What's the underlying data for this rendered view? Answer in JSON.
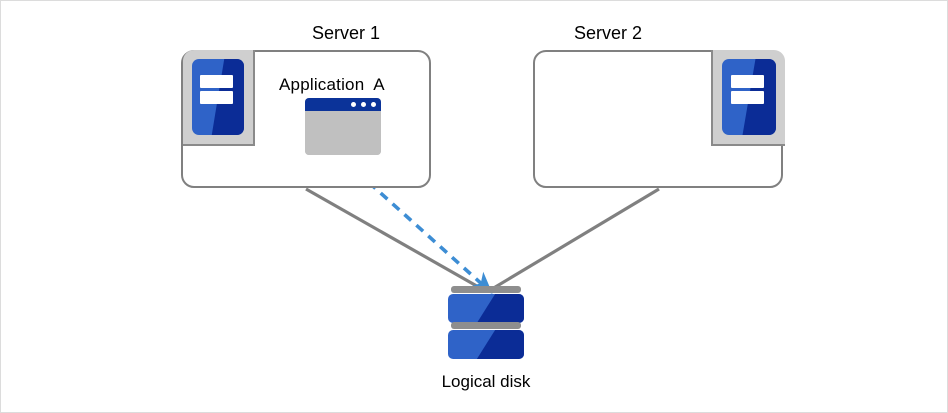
{
  "diagram": {
    "title_server1": "Server 1",
    "title_server2": "Server 2",
    "application_label": "Application  A",
    "disk_label": "Logical disk",
    "colors": {
      "blue_light": "#2f63c8",
      "blue_dark": "#0b2c96",
      "titlebar_navy": "#0b3399",
      "gray_line": "#808080",
      "gray_panel": "#cfcfcf",
      "window_body": "#c0c0c0",
      "dashed_arrow": "#3d8dd4",
      "canvas_border": "#dcdcdc"
    },
    "nodes": [
      {
        "id": "server1",
        "label": "Server 1",
        "icon": "server-icon"
      },
      {
        "id": "server2",
        "label": "Server 2",
        "icon": "server-icon"
      },
      {
        "id": "application_a",
        "label": "Application  A",
        "icon": "app-window-icon"
      },
      {
        "id": "logical_disk",
        "label": "Logical disk",
        "icon": "disk-stack-icon"
      }
    ],
    "connectors": [
      {
        "from": "server1",
        "to": "logical_disk",
        "style": "solid",
        "color": "#808080",
        "arrowhead": false
      },
      {
        "from": "server2",
        "to": "logical_disk",
        "style": "solid",
        "color": "#808080",
        "arrowhead": false
      },
      {
        "from": "application_a",
        "to": "logical_disk",
        "style": "dashed",
        "color": "#3d8dd4",
        "arrowhead": true
      }
    ],
    "window_dots": [
      "dot",
      "dot",
      "dot"
    ]
  }
}
